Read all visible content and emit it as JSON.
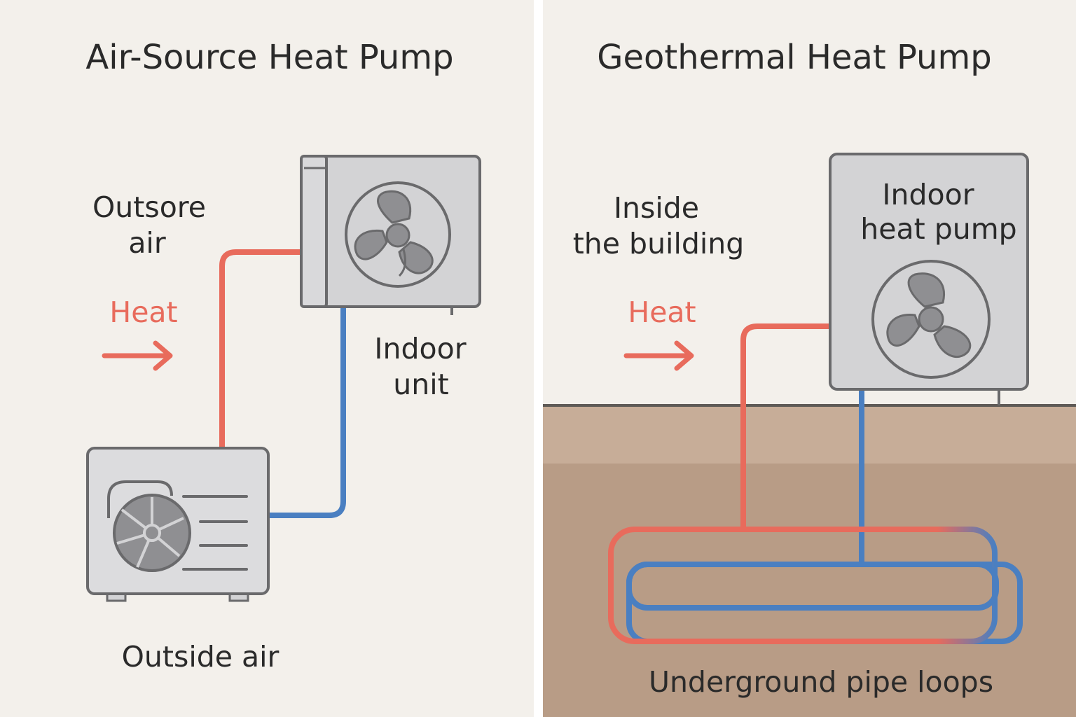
{
  "colors": {
    "background": "#f3f0eb",
    "divider": "#ffffff",
    "hot_pipe": "#e86b5c",
    "cold_pipe": "#4a7fc1",
    "unit_fill": "#d3d3d5",
    "unit_outline": "#6a6a6c",
    "fan_blade": "#8f8f92",
    "soil_top": "#c7ad98",
    "soil_bottom": "#b89c86",
    "ground_line": "#5e5a56",
    "text": "#2a2a2a",
    "heat_text": "#e86b5c"
  },
  "left_panel": {
    "title": "Air-Source Heat Pump",
    "outdoor_label_line1": "Outsore",
    "outdoor_label_line2": "air",
    "heat_label": "Heat",
    "indoor_label_line1": "Indoor",
    "indoor_label_line2": "unit",
    "bottom_label": "Outside air"
  },
  "right_panel": {
    "title": "Geothermal Heat Pump",
    "inside_label_line1": "Inside",
    "inside_label_line2": "the building",
    "heat_label": "Heat",
    "unit_label_line1": "Indoor",
    "unit_label_line2": "heat pump",
    "bottom_label": "Underground pipe loops"
  },
  "icons": [
    "arrow-right-icon",
    "fan-icon",
    "propeller-fan-icon"
  ]
}
